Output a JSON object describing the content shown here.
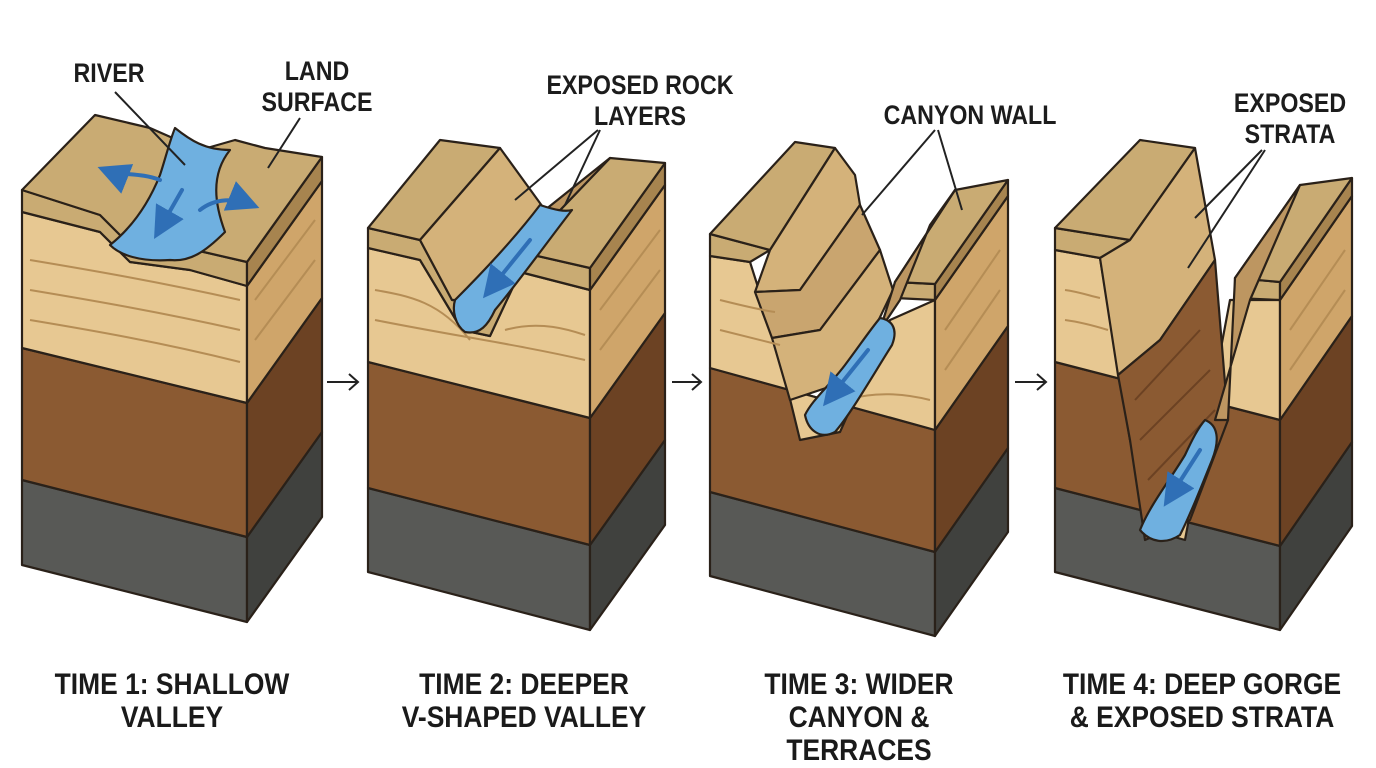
{
  "colors": {
    "sand_top": "#c9ab73",
    "sand_side": "#a7844f",
    "light_layer": "#e7c892",
    "light_layer_side": "#cfa56a",
    "brown_layer": "#8b5a32",
    "brown_layer_side": "#6c4223",
    "dark_layer": "#585956",
    "dark_layer_side": "#40413e",
    "water": "#6fb0e0",
    "water_arrow": "#2f6fb6",
    "outline": "#2a2119"
  },
  "labels": {
    "river": "RIVER",
    "land_surface": [
      "LAND",
      "SURFACE"
    ],
    "exposed_rock_layers": [
      "EXPOSED ROCK",
      "LAYERS"
    ],
    "canyon_wall": "CANYON WALL",
    "exposed_strata": [
      "EXPOSED",
      "STRATA"
    ]
  },
  "stages": [
    {
      "caption": [
        "TIME 1: SHALLOW",
        "VALLEY"
      ],
      "icon": "shallow-valley-block"
    },
    {
      "caption": [
        "TIME 2: DEEPER",
        "V-SHAPED VALLEY"
      ],
      "icon": "v-valley-block"
    },
    {
      "caption": [
        "TIME 3: WIDER",
        "CANYON & TERRACES"
      ],
      "icon": "canyon-block"
    },
    {
      "caption": [
        "TIME 4: DEEP GORGE",
        "& EXPOSED STRATA"
      ],
      "icon": "gorge-block"
    }
  ],
  "connectors": [
    "arrow-right-icon",
    "arrow-right-icon",
    "arrow-right-icon"
  ]
}
